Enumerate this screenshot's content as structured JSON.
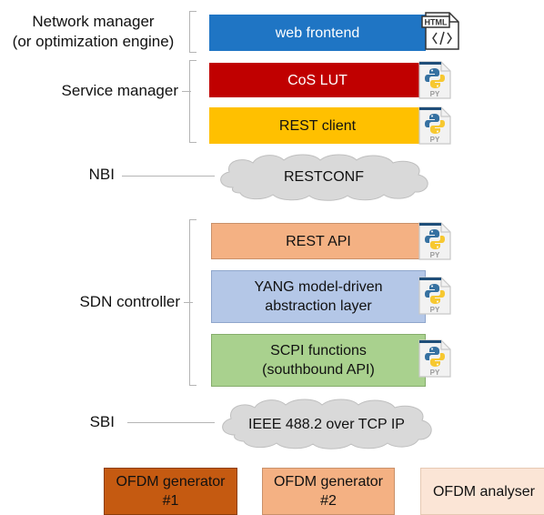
{
  "labels": {
    "network_manager": "Network manager\n(or optimization engine)",
    "service_manager": "Service manager",
    "nbi": "NBI",
    "sdn_controller": "SDN controller",
    "sbi": "SBI"
  },
  "boxes": {
    "web_frontend": {
      "text": "web frontend",
      "color": "#1f75c4",
      "text_color": "#ffffff"
    },
    "cos_lut": {
      "text": "CoS LUT",
      "color": "#c00000",
      "text_color": "#ffffff"
    },
    "rest_client": {
      "text": "REST client",
      "color": "#ffc000",
      "text_color": "#111111"
    },
    "rest_api": {
      "text": "REST API",
      "color": "#f4b183",
      "text_color": "#111111"
    },
    "yang": {
      "text": "YANG model-driven\nabstraction layer",
      "color": "#b4c7e7",
      "text_color": "#111111"
    },
    "scpi": {
      "text": "SCPI functions\n(southbound API)",
      "color": "#a9d18e",
      "text_color": "#111111"
    }
  },
  "clouds": {
    "restconf": "RESTCONF",
    "ieee": "IEEE 488.2 over TCP IP"
  },
  "devices": {
    "gen1": {
      "text": "OFDM generator\n#1",
      "color": "#c55a11"
    },
    "gen2": {
      "text": "OFDM generator\n#2",
      "color": "#f4b183"
    },
    "analyser": {
      "text": "OFDM analyser",
      "color": "#fbe5d6"
    }
  },
  "icons": {
    "html_file": "html-file-icon",
    "python_file": "python-file-icon",
    "html_tag": "HTML",
    "py_tag": "PY"
  }
}
